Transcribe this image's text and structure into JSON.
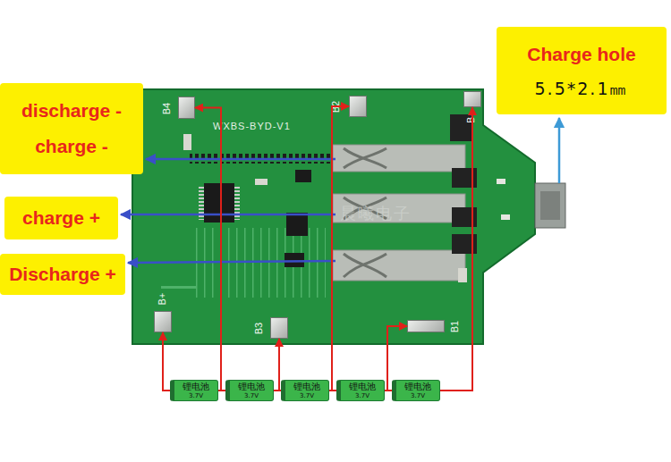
{
  "diagram": {
    "nodes": [
      {
        "text": [
          "Charge hole",
          "5.5*2.1㎜"
        ]
      },
      {
        "text": [
          "discharge -",
          "charge -"
        ]
      },
      {
        "text": [
          "B4"
        ]
      },
      {
        "text": [
          "B2"
        ]
      },
      {
        "text": [
          "B-"
        ]
      },
      {
        "text": [
          "charge +"
        ]
      },
      {
        "text": [
          "Discharge +"
        ]
      },
      {
        "text": [
          "B+"
        ]
      },
      {
        "text": [
          "B3"
        ]
      },
      {
        "text": [
          "B1"
        ]
      },
      {
        "text": [
          "锂电池",
          "3.7V"
        ]
      },
      {
        "text": [
          "锂电池",
          "3.7V"
        ]
      },
      {
        "text": [
          "锂电池",
          "3.7V"
        ]
      },
      {
        "text": [
          "锂电池",
          "3.7V"
        ]
      },
      {
        "text": [
          "锂电池",
          "3.7V"
        ]
      }
    ],
    "edges": [
      {
        "from": 10,
        "to": 7,
        "arrow": "to"
      },
      {
        "from": 11,
        "to": 2,
        "arrow": "to"
      },
      {
        "from": 12,
        "to": 8,
        "arrow": "to"
      },
      {
        "from": 13,
        "to": 3,
        "arrow": "to"
      },
      {
        "from": 14,
        "to": 9,
        "arrow": "to"
      },
      {
        "from": 14,
        "to": 4,
        "arrow": "to"
      }
    ],
    "labels": [
      "WXBS-BYD-V1",
      "晨曦电子"
    ]
  }
}
